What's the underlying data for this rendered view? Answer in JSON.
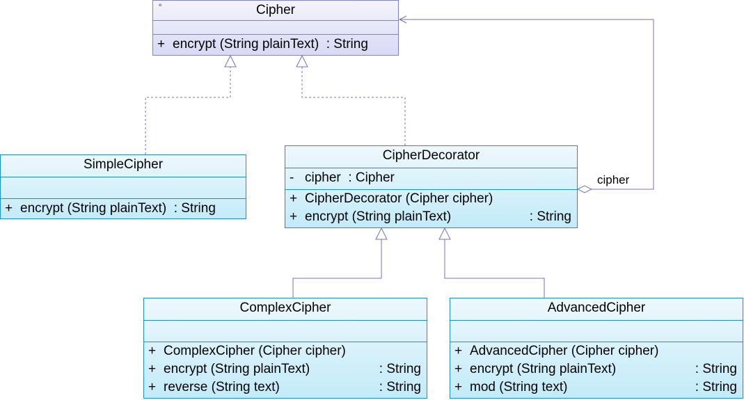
{
  "classes": {
    "cipher": {
      "name": "Cipher",
      "icon": "interface-icon",
      "attributes": [],
      "operations": [
        {
          "vis": "+",
          "sig": "encrypt (String plainText)",
          "ret": ": String"
        }
      ]
    },
    "simple_cipher": {
      "name": "SimpleCipher",
      "attributes": [],
      "operations": [
        {
          "vis": "+",
          "sig": "encrypt (String plainText)",
          "ret": ": String"
        }
      ]
    },
    "cipher_decorator": {
      "name": "CipherDecorator",
      "attributes": [
        {
          "vis": "-",
          "sig": "cipher",
          "ret": ": Cipher"
        }
      ],
      "operations": [
        {
          "vis": "+",
          "sig": "CipherDecorator (Cipher cipher)",
          "ret": ""
        },
        {
          "vis": "+",
          "sig": "encrypt (String plainText)",
          "ret": ": String"
        }
      ]
    },
    "complex_cipher": {
      "name": "ComplexCipher",
      "attributes": [],
      "operations": [
        {
          "vis": "+",
          "sig": "ComplexCipher (Cipher cipher)",
          "ret": ""
        },
        {
          "vis": "+",
          "sig": "encrypt (String plainText)",
          "ret": ": String"
        },
        {
          "vis": "+",
          "sig": "reverse (String text)",
          "ret": ": String"
        }
      ]
    },
    "advanced_cipher": {
      "name": "AdvancedCipher",
      "attributes": [],
      "operations": [
        {
          "vis": "+",
          "sig": "AdvancedCipher (Cipher cipher)",
          "ret": ""
        },
        {
          "vis": "+",
          "sig": "encrypt (String plainText)",
          "ret": ": String"
        },
        {
          "vis": "+",
          "sig": "mod (String text)",
          "ret": ": String"
        }
      ]
    }
  },
  "relations": {
    "aggregation_role": "cipher"
  },
  "colors": {
    "class_border": "#1d8fd0",
    "interface_border": "#8080c8",
    "connector": "#6f6fbf"
  }
}
